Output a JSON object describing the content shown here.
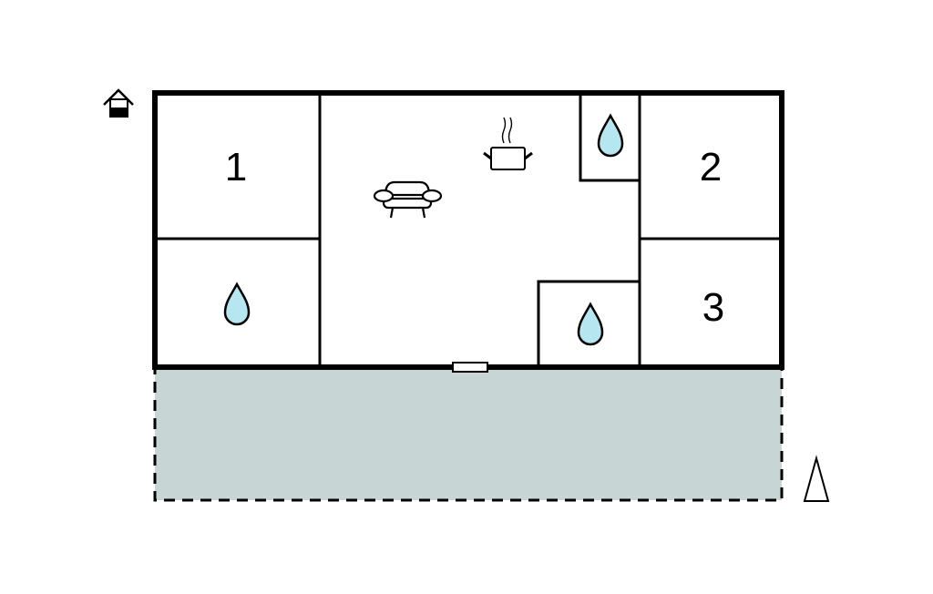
{
  "plan": {
    "rooms": [
      {
        "label": "1",
        "type": "bedroom"
      },
      {
        "label": "2",
        "type": "bedroom"
      },
      {
        "label": "3",
        "type": "bedroom"
      }
    ],
    "icons": [
      "entrance-icon",
      "water-drop-icon",
      "sofa-icon",
      "cooking-pot-icon",
      "north-arrow-icon"
    ]
  },
  "colors": {
    "wall": "#000000",
    "terrace": "#c8d5d5",
    "water": "#b6e6f0"
  }
}
